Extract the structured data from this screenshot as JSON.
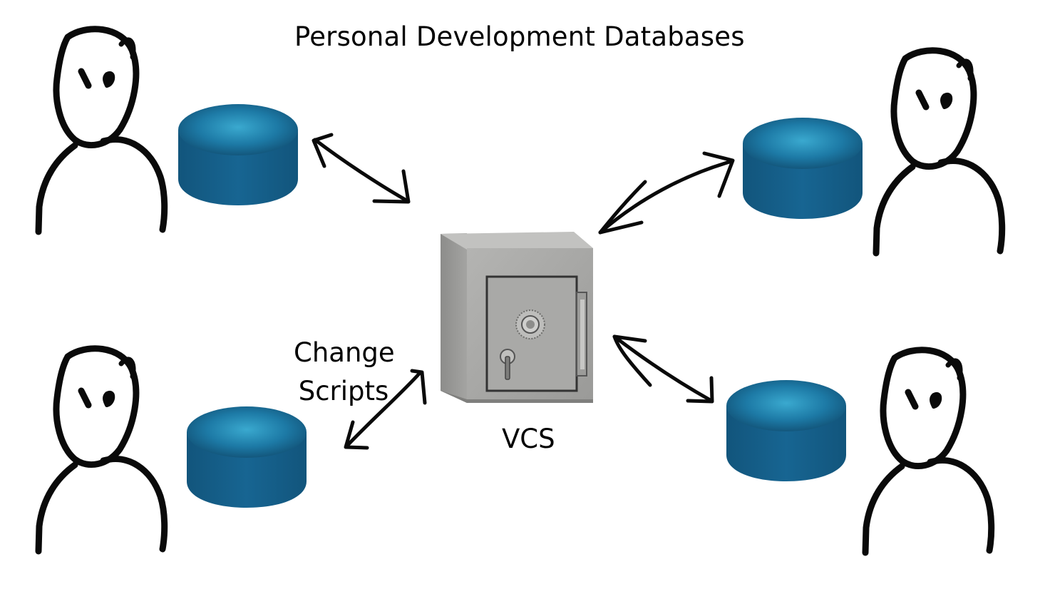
{
  "diagram": {
    "title": "Personal Development Databases",
    "change_scripts": {
      "line1": "Change",
      "line2": "Scripts"
    },
    "vcs_label": "VCS",
    "colors": {
      "database_top": "#2e9bc0",
      "database_body": "#155e86",
      "safe_body": "#a5a5a3",
      "safe_dark": "#3a3a3a",
      "sketch_stroke": "#0a0a0a"
    },
    "icons": {
      "person": "person-sketch-icon",
      "database": "database-cylinder-icon",
      "safe": "safe-vault-icon",
      "arrow": "double-headed-arrow-icon"
    }
  }
}
